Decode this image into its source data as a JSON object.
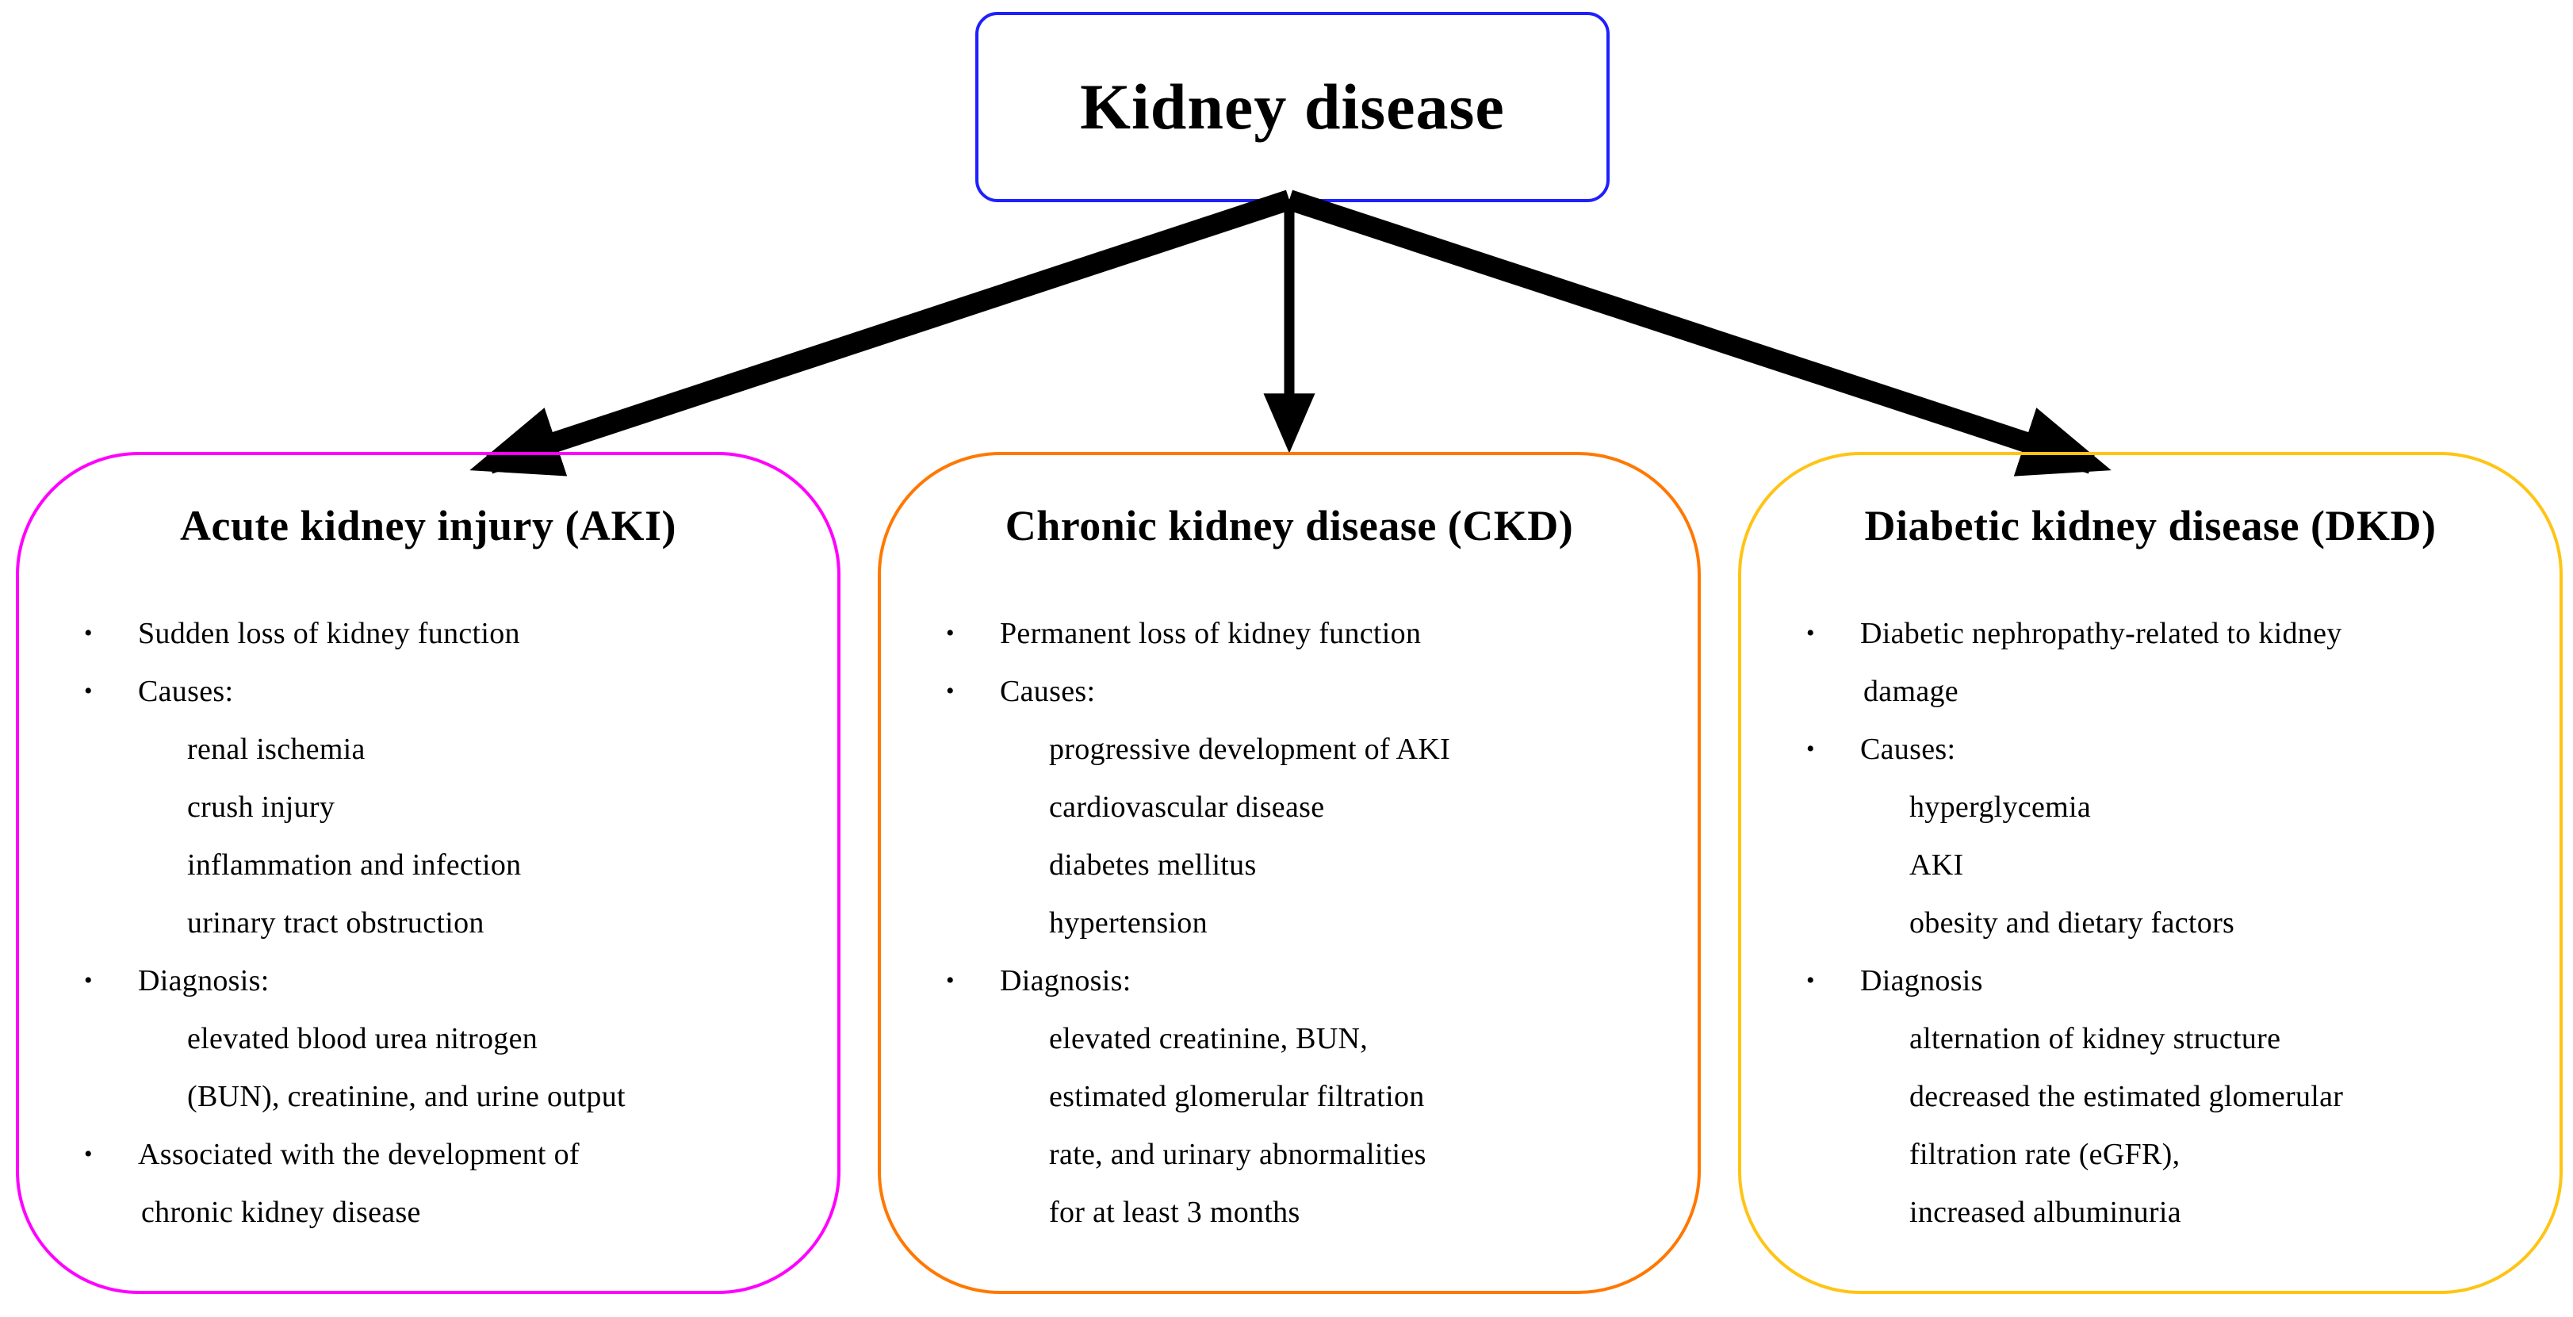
{
  "bullet_char": "•",
  "root_node": {
    "label": "Kidney disease",
    "border_color": "#1f1fff"
  },
  "nodes": [
    {
      "id": "aki",
      "title": "Acute kidney injury (AKI)",
      "accent_color": "#ff00ff",
      "lines": [
        "Sudden loss of kidney function",
        "Causes:",
        "renal ischemia",
        "crush injury",
        "inflammation and infection",
        "urinary tract obstruction",
        "Diagnosis:",
        "elevated blood urea nitrogen",
        "(BUN), creatinine, and urine output",
        "Associated with the development of",
        "chronic kidney disease"
      ]
    },
    {
      "id": "ckd",
      "title": "Chronic kidney disease (CKD)",
      "accent_color": "#ff7800",
      "lines": [
        "Permanent loss of kidney function",
        "Causes:",
        "progressive development of AKI",
        "cardiovascular disease",
        "diabetes mellitus",
        "hypertension",
        "Diagnosis:",
        "elevated creatinine, BUN,",
        "estimated glomerular filtration",
        "rate, and urinary abnormalities",
        "for at least 3 months"
      ]
    },
    {
      "id": "dkd",
      "title": "Diabetic kidney disease (DKD)",
      "accent_color": "#ffc414",
      "lines": [
        "Diabetic nephropathy-related to kidney",
        "damage",
        "Causes:",
        "hyperglycemia",
        "AKI",
        "obesity and dietary factors",
        "Diagnosis",
        "alternation of kidney structure",
        "decreased the estimated glomerular",
        "filtration rate (eGFR),",
        "increased albuminuria"
      ]
    }
  ],
  "edges": [
    {
      "from": "Kidney disease",
      "to": "Acute kidney injury (AKI)"
    },
    {
      "from": "Kidney disease",
      "to": "Chronic kidney disease (CKD)"
    },
    {
      "from": "Kidney disease",
      "to": "Diabetic kidney disease (DKD)"
    }
  ],
  "colors": {
    "root_border": "#1f1fff",
    "aki_border": "#ff00ff",
    "ckd_border": "#ff7800",
    "dkd_border": "#ffc414",
    "arrow": "#000000",
    "text": "#000000",
    "background": "#ffffff"
  }
}
